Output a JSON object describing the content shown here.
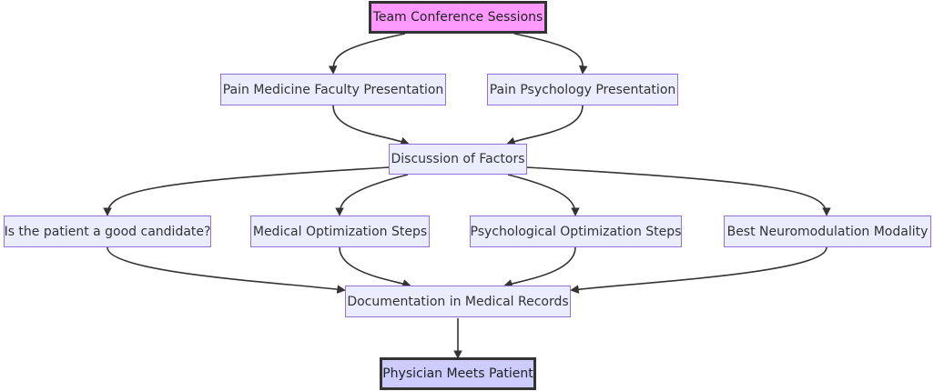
{
  "nodes": {
    "team_conference": "Team Conference Sessions",
    "pain_medicine": "Pain Medicine Faculty Presentation",
    "pain_psychology": "Pain Psychology Presentation",
    "discussion": "Discussion of Factors",
    "good_candidate": "Is the patient a good candidate?",
    "medical_optimization": "Medical Optimization Steps",
    "psychological_optimization": "Psychological Optimization Steps",
    "neuromodulation": "Best Neuromodulation Modality",
    "documentation": "Documentation in Medical Records",
    "physician_meets": "Physician Meets Patient"
  },
  "colors": {
    "start_fill": "#ff99ff",
    "end_fill": "#ccccff",
    "node_fill": "#ececff",
    "node_border": "#9370db",
    "edge": "#333333"
  }
}
